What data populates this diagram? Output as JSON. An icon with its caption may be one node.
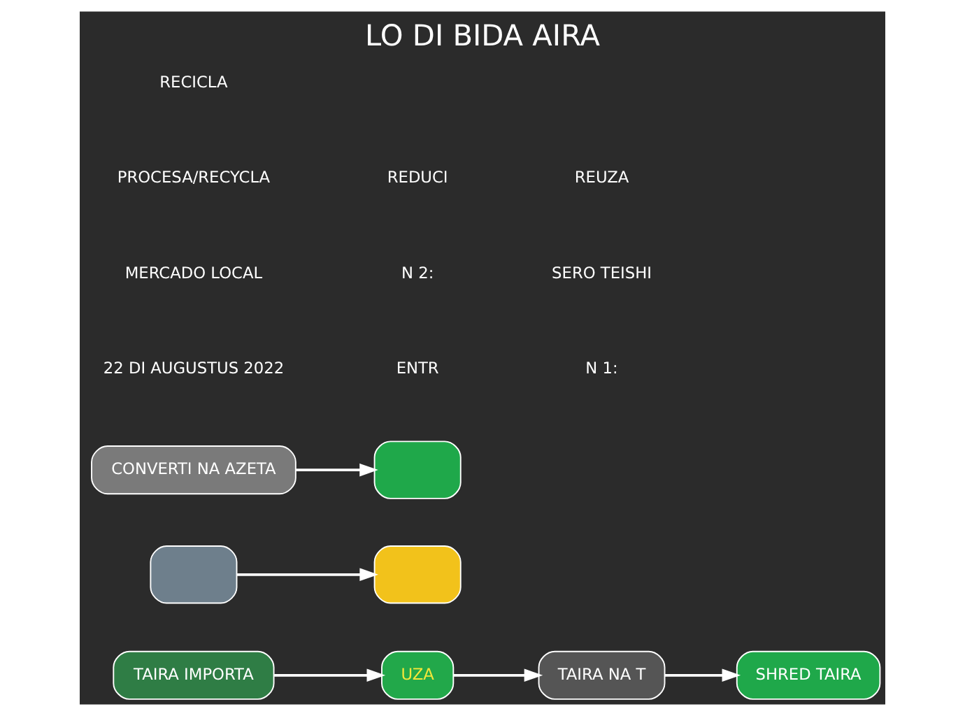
{
  "diagram": {
    "title": "LO DI BIDA AIRA",
    "nodes": [
      {
        "text": [
          "TAIRA IMPORTA"
        ]
      },
      {
        "text": [
          "UZA"
        ]
      },
      {
        "text": [
          "TAIRA NA T"
        ]
      },
      {
        "text": [
          "SHRED TAIRA"
        ]
      },
      {
        "text": [],
        "shape": "box"
      },
      {
        "text": [
          "CONVERTI NA AZETA"
        ]
      },
      {
        "text": [],
        "shape": "box"
      },
      {
        "text": [],
        "shape": "box"
      }
    ],
    "edges": [
      {
        "from": 0,
        "to": 1,
        "arrow": "to"
      },
      {
        "from": 1,
        "to": 2,
        "arrow": "to"
      },
      {
        "from": 2,
        "to": 3,
        "arrow": "to"
      },
      {
        "from": 5,
        "to": 6,
        "arrow": "to"
      },
      {
        "from": 4,
        "to": 7,
        "arrow": "to"
      }
    ],
    "labels": [
      "22 DI AUGUSTUS 2022",
      "ENTR",
      "N 1:",
      "MERCADO LOCAL",
      "N 2:",
      "SERO TEISHI",
      "PROCESA/RECYCLA",
      "REDUCI",
      "REUZA",
      "RECICLA"
    ]
  }
}
